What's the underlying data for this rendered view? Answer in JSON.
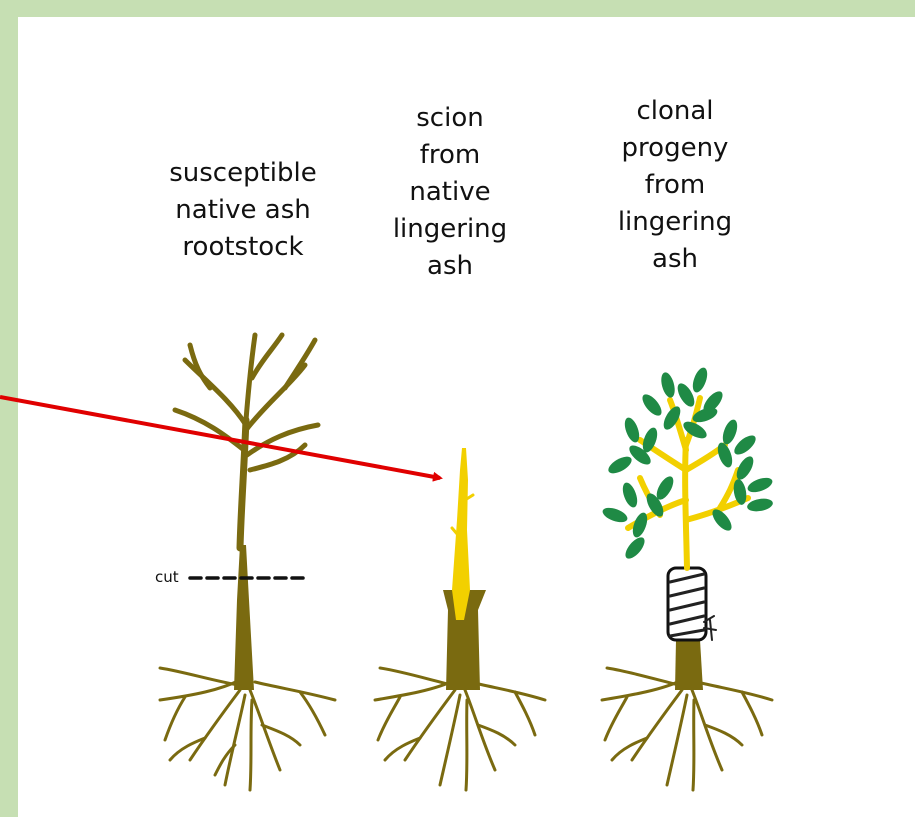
{
  "labels": {
    "rootstock": [
      "susceptible",
      "native ash",
      "rootstock"
    ],
    "scion": [
      "scion",
      "from",
      "native",
      "lingering",
      "ash"
    ],
    "progeny": [
      "clonal",
      "progeny",
      "from",
      "lingering",
      "ash"
    ],
    "cut": "cut"
  },
  "colors": {
    "background": "#c6dfb3",
    "panel": "#ffffff",
    "trunk": "#7a6a10",
    "scion": "#f2d000",
    "leaf": "#1f8a45",
    "arrow": "#e00000"
  }
}
